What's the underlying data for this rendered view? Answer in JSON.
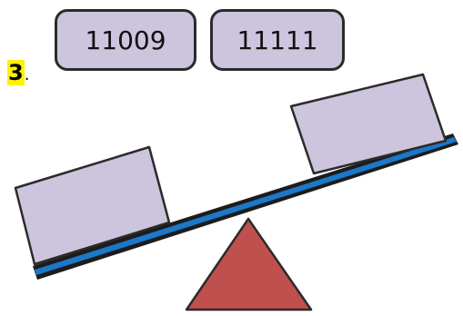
{
  "question": {
    "number": "3",
    "punctuation": "."
  },
  "cards": [
    {
      "value": "11009"
    },
    {
      "value": "11111"
    }
  ],
  "colors": {
    "card_fill": "#cdc4dd",
    "beam_blue": "#1c78c8",
    "fulcrum_red": "#c0504d",
    "highlight": "#fff200"
  }
}
